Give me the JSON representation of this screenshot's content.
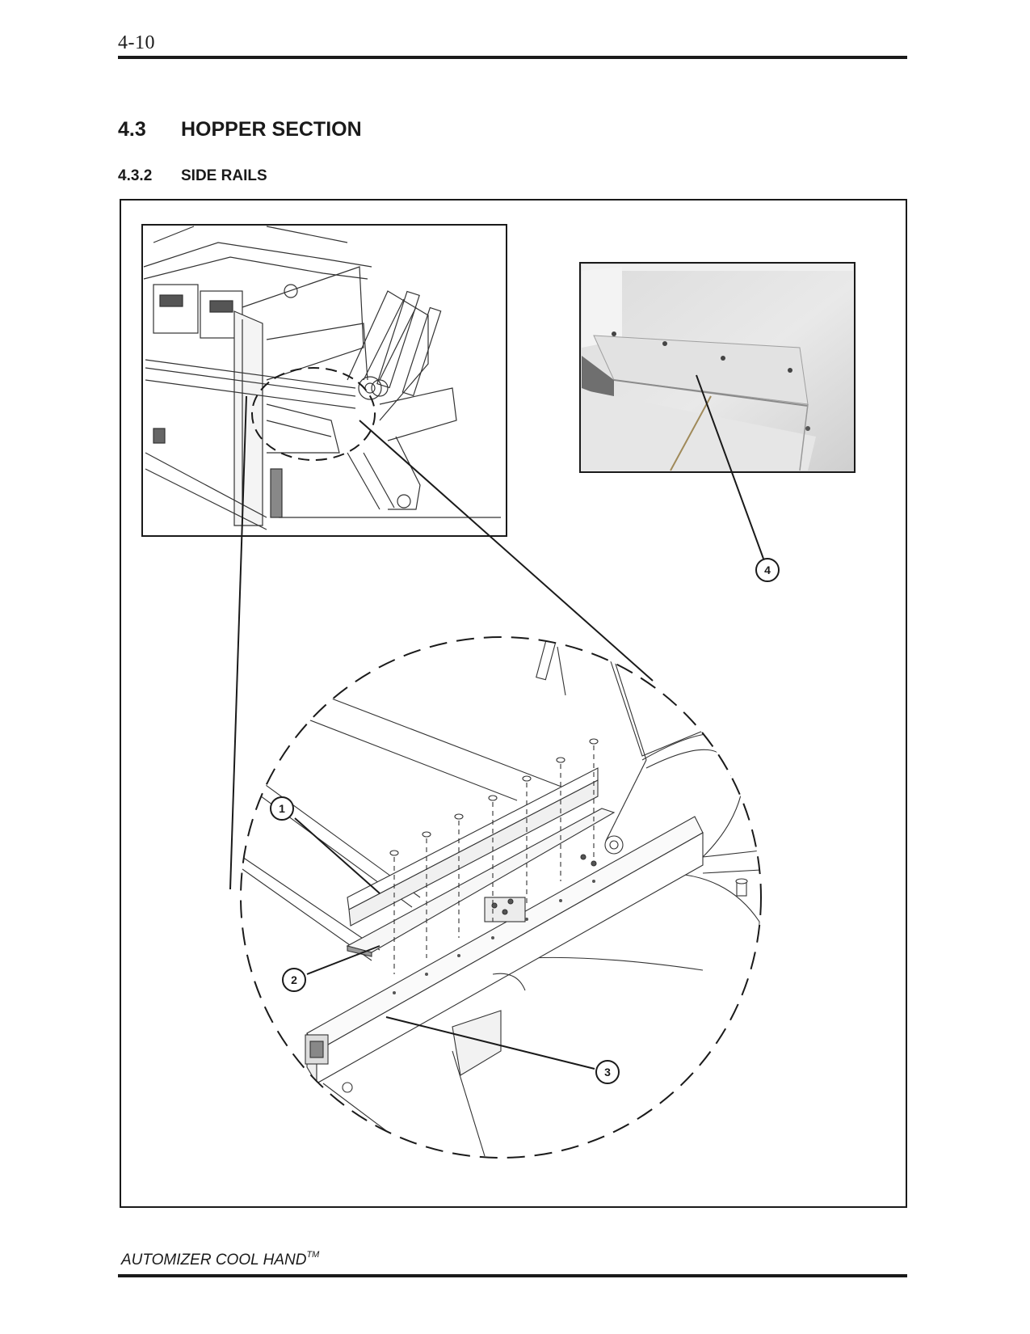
{
  "header": {
    "page_number": "4-10"
  },
  "section": {
    "number": "4.3",
    "title": "HOPPER SECTION"
  },
  "subsection": {
    "number": "4.3.2",
    "title": "SIDE RAILS"
  },
  "figure": {
    "callouts": [
      {
        "label": "1"
      },
      {
        "label": "2"
      },
      {
        "label": "3"
      },
      {
        "label": "4"
      }
    ]
  },
  "footer": {
    "title": "AUTOMIZER COOL HAND",
    "trademark": "TM"
  }
}
